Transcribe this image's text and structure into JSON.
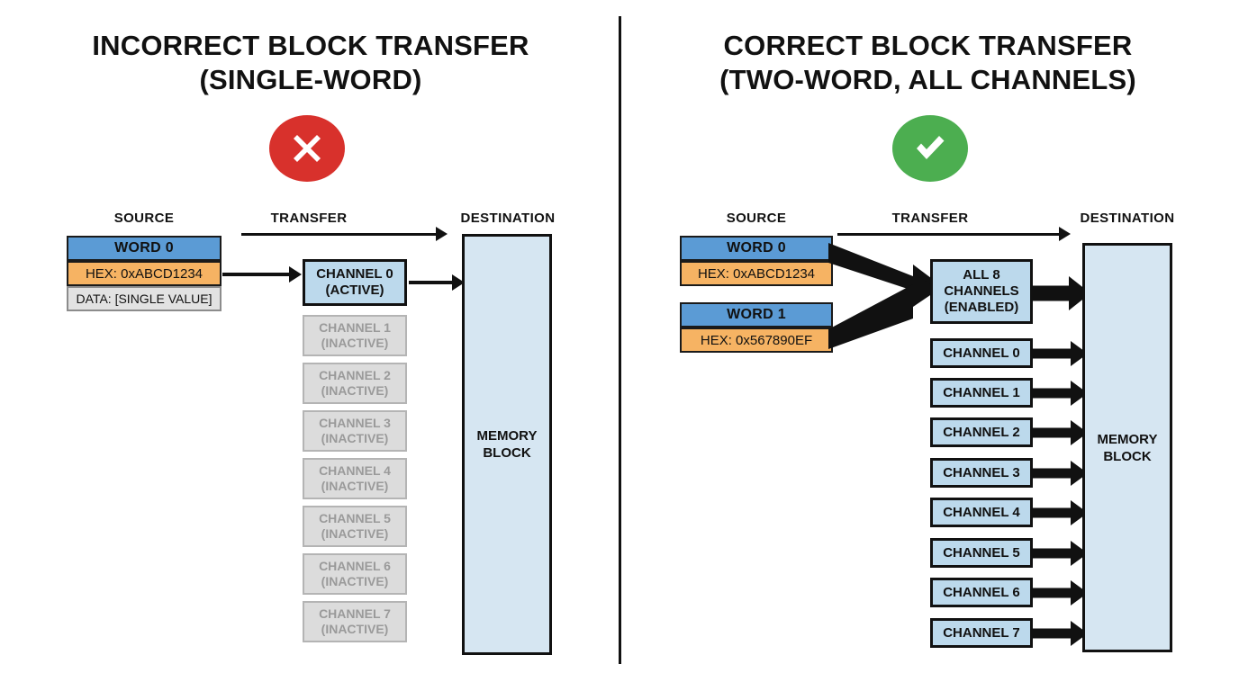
{
  "background": "#ffffff",
  "colors": {
    "word_header": "#5b9bd5",
    "word_hex": "#f6b363",
    "word_data": "#e2e2e2",
    "channel_active": "#bcd9ec",
    "channel_inactive": "#dcdcdc",
    "memory_block": "#d6e6f2",
    "error_badge": "#d8312c",
    "success_badge": "#4cae50",
    "stroke": "#111111"
  },
  "panels": {
    "left": {
      "title_line1": "INCORRECT BLOCK TRANSFER",
      "title_line2": "(SINGLE-WORD)",
      "badge_icon": "cross-icon",
      "columns": {
        "source": "SOURCE",
        "transfer": "TRANSFER",
        "destination": "DESTINATION"
      },
      "source_words": [
        {
          "header": "WORD 0",
          "hex": "HEX: 0xABCD1234",
          "data": "DATA: [SINGLE VALUE]"
        }
      ],
      "channels": [
        {
          "line1": "CHANNEL 0",
          "line2": "(ACTIVE)",
          "state": "active"
        },
        {
          "line1": "CHANNEL 1",
          "line2": "(INACTIVE)",
          "state": "inactive"
        },
        {
          "line1": "CHANNEL 2",
          "line2": "(INACTIVE)",
          "state": "inactive"
        },
        {
          "line1": "CHANNEL 3",
          "line2": "(INACTIVE)",
          "state": "inactive"
        },
        {
          "line1": "CHANNEL 4",
          "line2": "(INACTIVE)",
          "state": "inactive"
        },
        {
          "line1": "CHANNEL 5",
          "line2": "(INACTIVE)",
          "state": "inactive"
        },
        {
          "line1": "CHANNEL 6",
          "line2": "(INACTIVE)",
          "state": "inactive"
        },
        {
          "line1": "CHANNEL 7",
          "line2": "(INACTIVE)",
          "state": "inactive"
        }
      ],
      "memory": {
        "line1": "MEMORY",
        "line2": "BLOCK"
      }
    },
    "right": {
      "title_line1": "CORRECT BLOCK TRANSFER",
      "title_line2": "(TWO-WORD, ALL CHANNELS)",
      "badge_icon": "check-icon",
      "columns": {
        "source": "SOURCE",
        "transfer": "TRANSFER",
        "destination": "DESTINATION"
      },
      "source_words": [
        {
          "header": "WORD 0",
          "hex": "HEX: 0xABCD1234"
        },
        {
          "header": "WORD 1",
          "hex": "HEX: 0x567890EF"
        }
      ],
      "aggregate": {
        "line1": "ALL 8",
        "line2": "CHANNELS",
        "line3": "(ENABLED)"
      },
      "channels": [
        {
          "label": "CHANNEL 0"
        },
        {
          "label": "CHANNEL 1"
        },
        {
          "label": "CHANNEL 2"
        },
        {
          "label": "CHANNEL 3"
        },
        {
          "label": "CHANNEL 4"
        },
        {
          "label": "CHANNEL 5"
        },
        {
          "label": "CHANNEL 6"
        },
        {
          "label": "CHANNEL 7"
        }
      ],
      "memory": {
        "line1": "MEMORY",
        "line2": "BLOCK"
      }
    }
  }
}
